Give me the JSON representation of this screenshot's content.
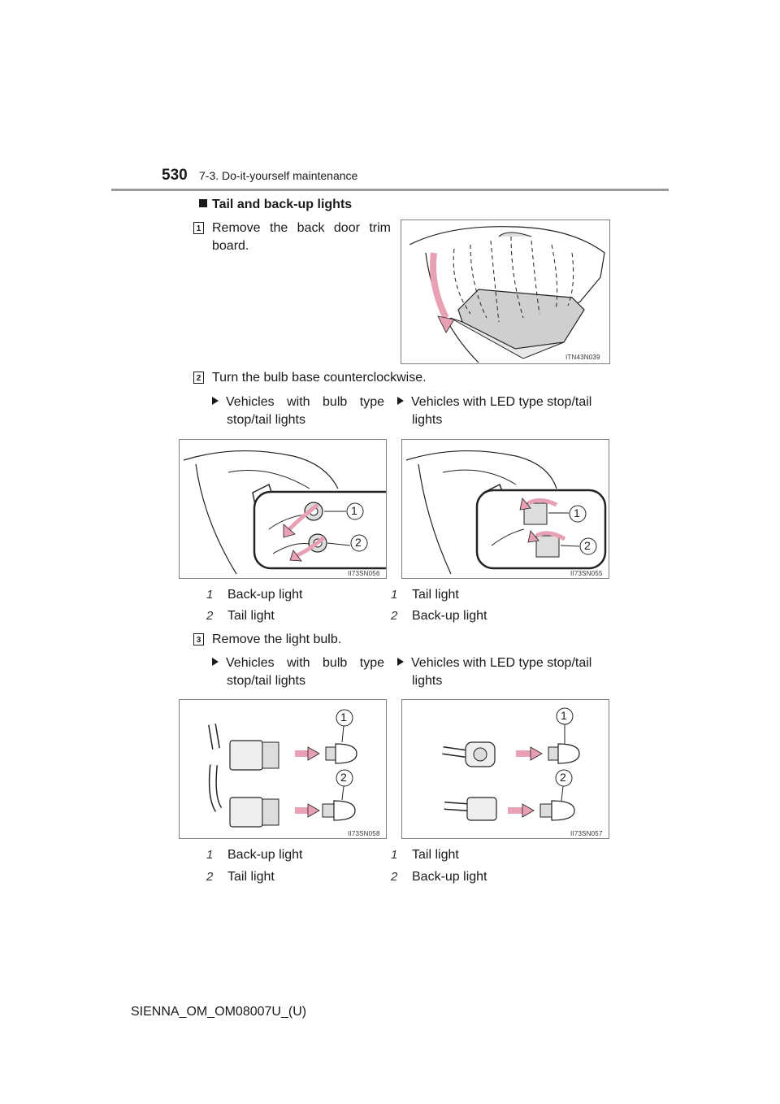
{
  "header": {
    "page_number": "530",
    "section": "7-3. Do-it-yourself maintenance"
  },
  "heading": "Tail and back-up lights",
  "steps": [
    {
      "num": "1",
      "text_line1": "Remove the back door trim",
      "text_line2": "board.",
      "figure_code": "ITN43N039"
    },
    {
      "num": "2",
      "text": "Turn the bulb base counterclockwise."
    },
    {
      "num": "3",
      "text": "Remove the light bulb."
    }
  ],
  "variants": {
    "bulb_line1": "Vehicles with bulb type",
    "bulb_line2": "stop/tail lights",
    "led_line1": "Vehicles with LED type stop/tail",
    "led_line2": "lights"
  },
  "figures": {
    "step2_left_code": "II73SN056",
    "step2_right_code": "II73SN055",
    "step3_left_code": "II73SN058",
    "step3_right_code": "II73SN057",
    "callout_1": "1",
    "callout_2": "2"
  },
  "legends": {
    "step2_left": [
      {
        "n": "1",
        "label": "Back-up light"
      },
      {
        "n": "2",
        "label": "Tail light"
      }
    ],
    "step2_right": [
      {
        "n": "1",
        "label": "Tail light"
      },
      {
        "n": "2",
        "label": "Back-up light"
      }
    ],
    "step3_left": [
      {
        "n": "1",
        "label": "Back-up light"
      },
      {
        "n": "2",
        "label": "Tail light"
      }
    ],
    "step3_right": [
      {
        "n": "1",
        "label": "Tail light"
      },
      {
        "n": "2",
        "label": "Back-up light"
      }
    ]
  },
  "footer": "SIENNA_OM_OM08007U_(U)",
  "colors": {
    "arrow_pink": "#e8a0b4",
    "rule_gray": "#9a9a9a"
  }
}
